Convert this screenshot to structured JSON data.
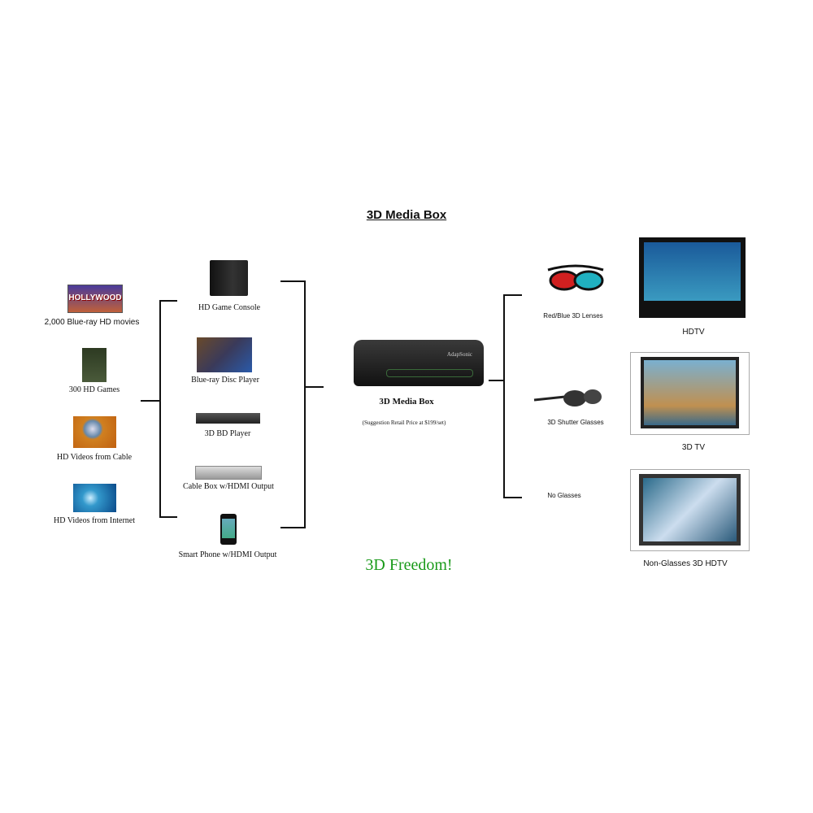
{
  "title": "3D Media Box",
  "sources": [
    {
      "label": "2,000 Blue-ray HD movies",
      "icon": "hollywood-icon",
      "logo_text": "HOLLYWOOD"
    },
    {
      "label": "300 HD Games",
      "icon": "video-games-icon"
    },
    {
      "label": "HD Videos from Cable",
      "icon": "cable-globe-icon"
    },
    {
      "label": "HD Videos from Internet",
      "icon": "internet-video-icon"
    }
  ],
  "devices": [
    {
      "label": "HD Game Console",
      "icon": "game-console-icon"
    },
    {
      "label": "Blue-ray Disc Player",
      "icon": "bluray-player-icon"
    },
    {
      "label": "3D BD Player",
      "icon": "bd-player-icon"
    },
    {
      "label": "Cable Box w/HDMI Output",
      "icon": "cable-box-icon"
    },
    {
      "label": "Smart Phone w/HDMI Output",
      "icon": "smartphone-icon"
    }
  ],
  "center": {
    "label": "3D Media Box",
    "price_note": "(Suggestion Retail Price at $199/set)",
    "brand": "AdapSonic"
  },
  "viewing": [
    {
      "label": "Red/Blue 3D Lenses",
      "icon": "anaglyph-glasses-icon"
    },
    {
      "label": "3D Shutter Glasses",
      "icon": "shutter-glasses-icon"
    },
    {
      "label": "No Glasses"
    }
  ],
  "displays": [
    {
      "label": "HDTV",
      "icon": "hdtv-icon"
    },
    {
      "label": "3D TV",
      "icon": "3d-tv-icon"
    },
    {
      "label": "Non-Glasses 3D HDTV",
      "icon": "non-glasses-tv-icon"
    }
  ],
  "slogan": "3D Freedom!",
  "colors": {
    "slogan": "#1a9a1a",
    "line": "#111111"
  }
}
